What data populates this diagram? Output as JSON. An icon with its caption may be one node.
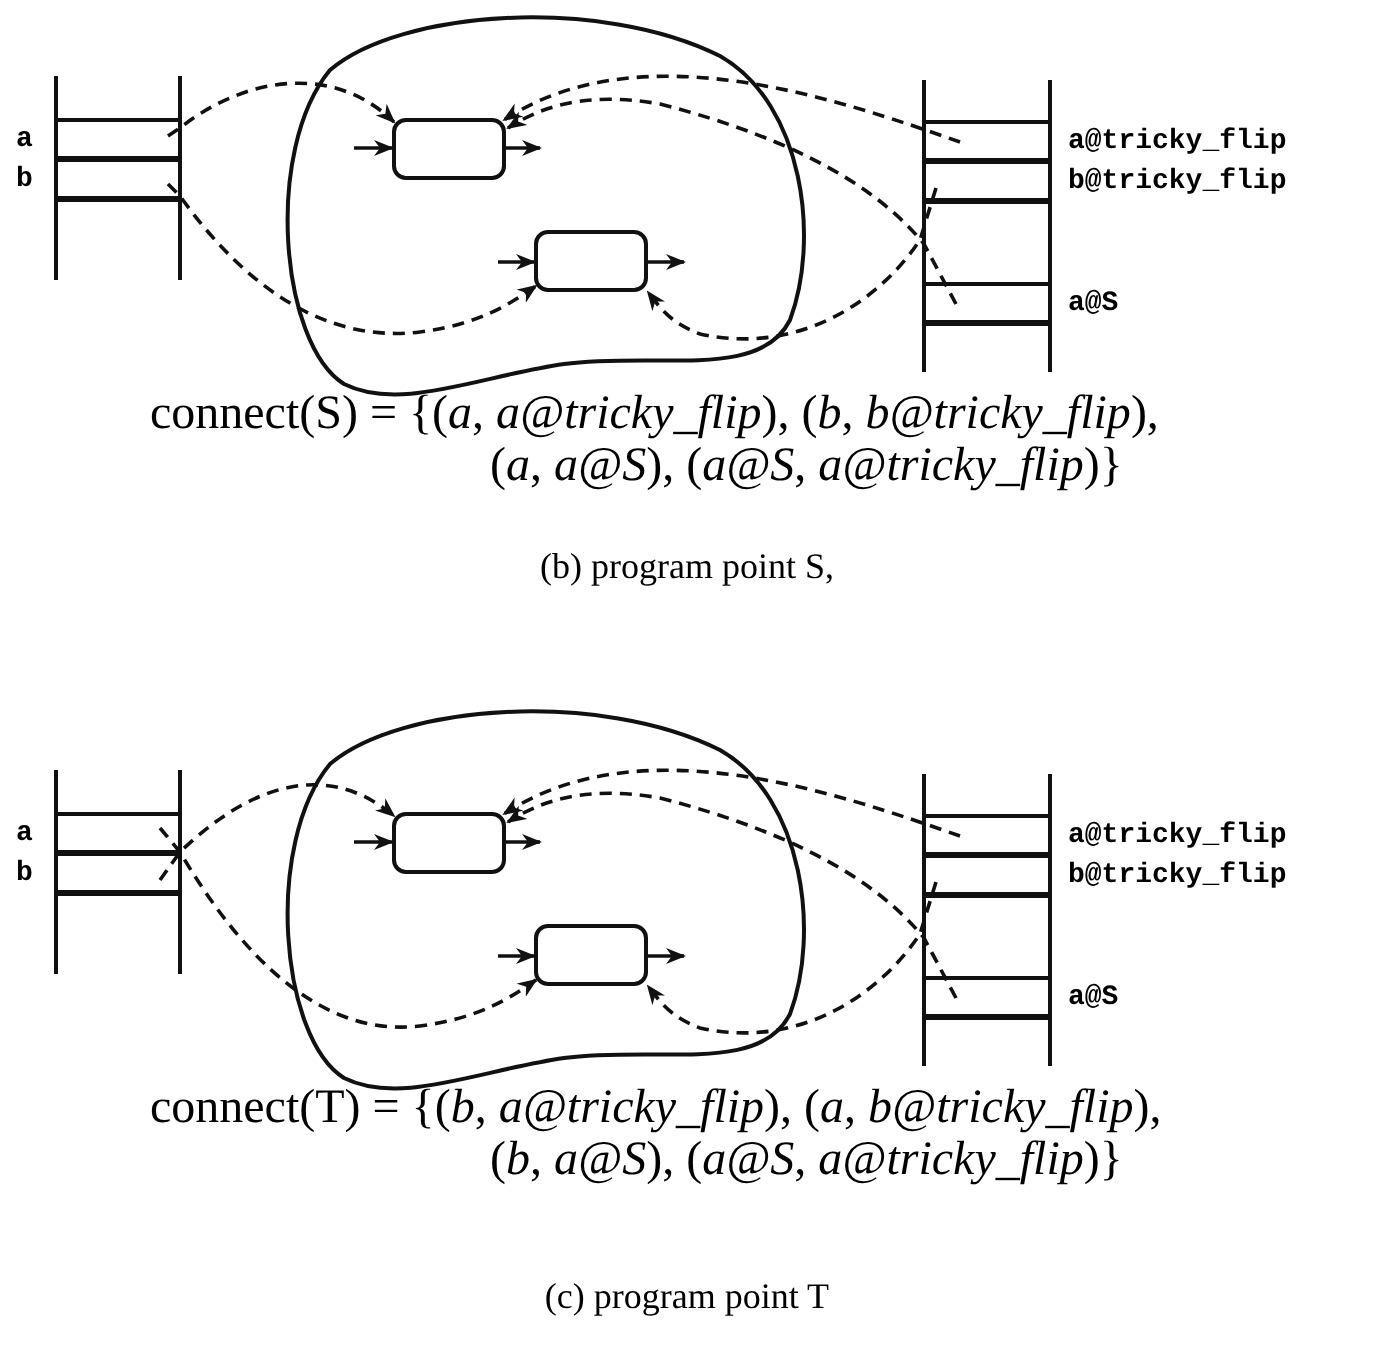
{
  "diagram": {
    "nodes": [
      {
        "text": [
          "a"
        ]
      },
      {
        "text": [
          "b"
        ]
      },
      {
        "text": [],
        "shape": "cloud"
      },
      {
        "text": [],
        "shape": "box",
        "in": 2
      },
      {
        "text": [],
        "shape": "box",
        "in": 2
      },
      {
        "text": [
          "a@tricky_flip"
        ]
      },
      {
        "text": [
          "b@tricky_flip"
        ]
      },
      {
        "text": [
          "a@S"
        ]
      },
      {
        "text": [
          "a"
        ]
      },
      {
        "text": [
          "b"
        ]
      },
      {
        "text": [],
        "shape": "cloud"
      },
      {
        "text": [],
        "shape": "box",
        "in": 10
      },
      {
        "text": [],
        "shape": "box",
        "in": 10
      },
      {
        "text": [
          "a@tricky_flip"
        ]
      },
      {
        "text": [
          "b@tricky_flip"
        ]
      },
      {
        "text": [
          "a@S"
        ]
      }
    ],
    "edges": [
      {
        "from": 0,
        "to": 3,
        "arrow": "to",
        "style": "dashed"
      },
      {
        "from": 1,
        "to": 4,
        "arrow": "to",
        "style": "dashed"
      },
      {
        "from": 5,
        "to": 3,
        "arrow": "to",
        "style": "dashed"
      },
      {
        "from": 7,
        "to": 3,
        "arrow": "to",
        "style": "dashed"
      },
      {
        "from": 6,
        "to": 4,
        "arrow": "to",
        "style": "dashed"
      },
      {
        "from": null,
        "to": 3,
        "arrow": "to"
      },
      {
        "from": 3,
        "to": null,
        "arrow": "to"
      },
      {
        "from": null,
        "to": 4,
        "arrow": "to"
      },
      {
        "from": 4,
        "to": null,
        "arrow": "to"
      },
      {
        "from": 8,
        "to": 12,
        "arrow": "to",
        "style": "dashed"
      },
      {
        "from": 9,
        "to": 11,
        "arrow": "to",
        "style": "dashed"
      },
      {
        "from": 13,
        "to": 11,
        "arrow": "to",
        "style": "dashed"
      },
      {
        "from": 15,
        "to": 11,
        "arrow": "to",
        "style": "dashed"
      },
      {
        "from": 14,
        "to": 12,
        "arrow": "to",
        "style": "dashed"
      },
      {
        "from": null,
        "to": 11,
        "arrow": "to"
      },
      {
        "from": 11,
        "to": null,
        "arrow": "to"
      },
      {
        "from": null,
        "to": 12,
        "arrow": "to"
      },
      {
        "from": 12,
        "to": null,
        "arrow": "to"
      }
    ],
    "labels": [
      "connect(S) = {(*a*, *a@tricky_flip*), (*b*, *b@tricky_flip*), (*a*, *a@S*), (*a@S*, *a@tricky_flip*)}",
      "(b) program point S,",
      "connect(T) = {(*b*, *a@tricky_flip*), (*a*, *b@tricky_flip*), (*b*, *a@S*), (*a@S*, *a@tricky_flip*)}",
      "(c) program point T"
    ]
  }
}
